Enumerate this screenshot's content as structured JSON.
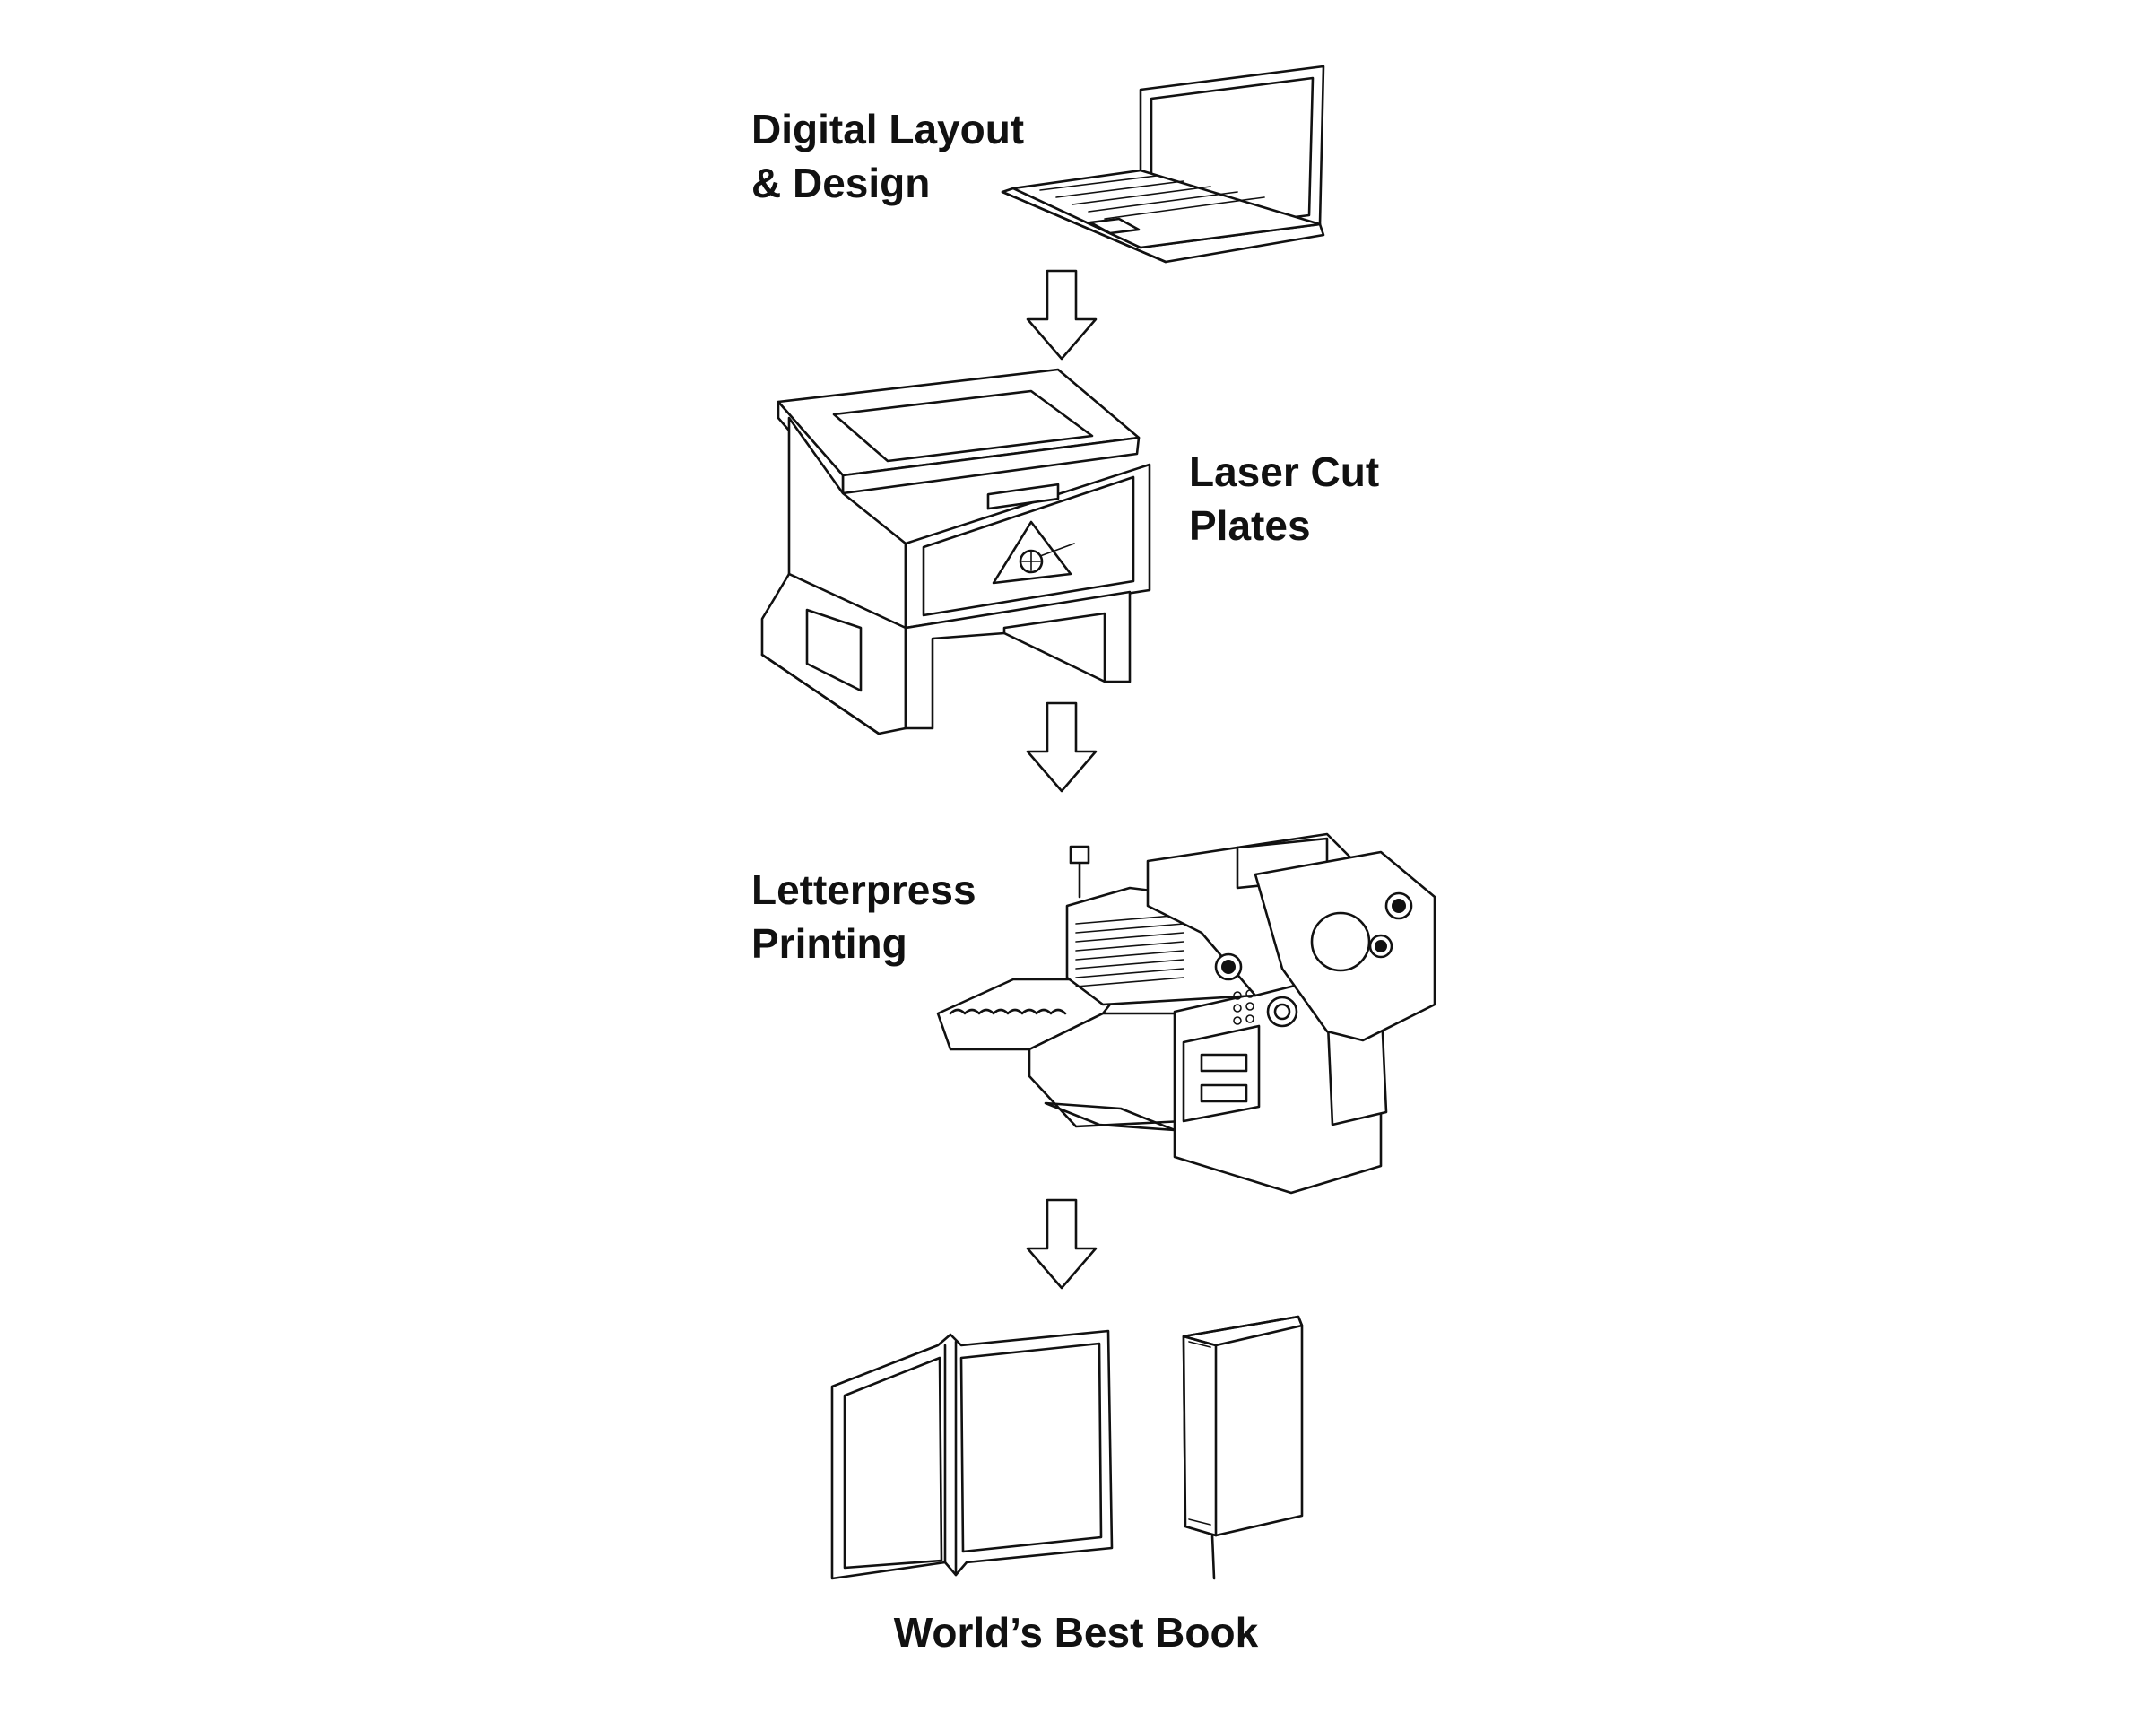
{
  "steps": [
    {
      "line1": "Digital Layout",
      "line2": "& Design"
    },
    {
      "line1": "Laser Cut",
      "line2": "Plates"
    },
    {
      "line1": "Letterpress",
      "line2": "Printing"
    },
    {
      "line1": "World’s Best Book"
    }
  ],
  "icons": {
    "step1": "laptop-icon",
    "step2": "laser-cutter-icon",
    "step3": "printing-press-icon",
    "step4": "books-icon",
    "connector": "down-arrow-icon"
  },
  "colors": {
    "ink": "#111111",
    "background": "#ffffff"
  }
}
